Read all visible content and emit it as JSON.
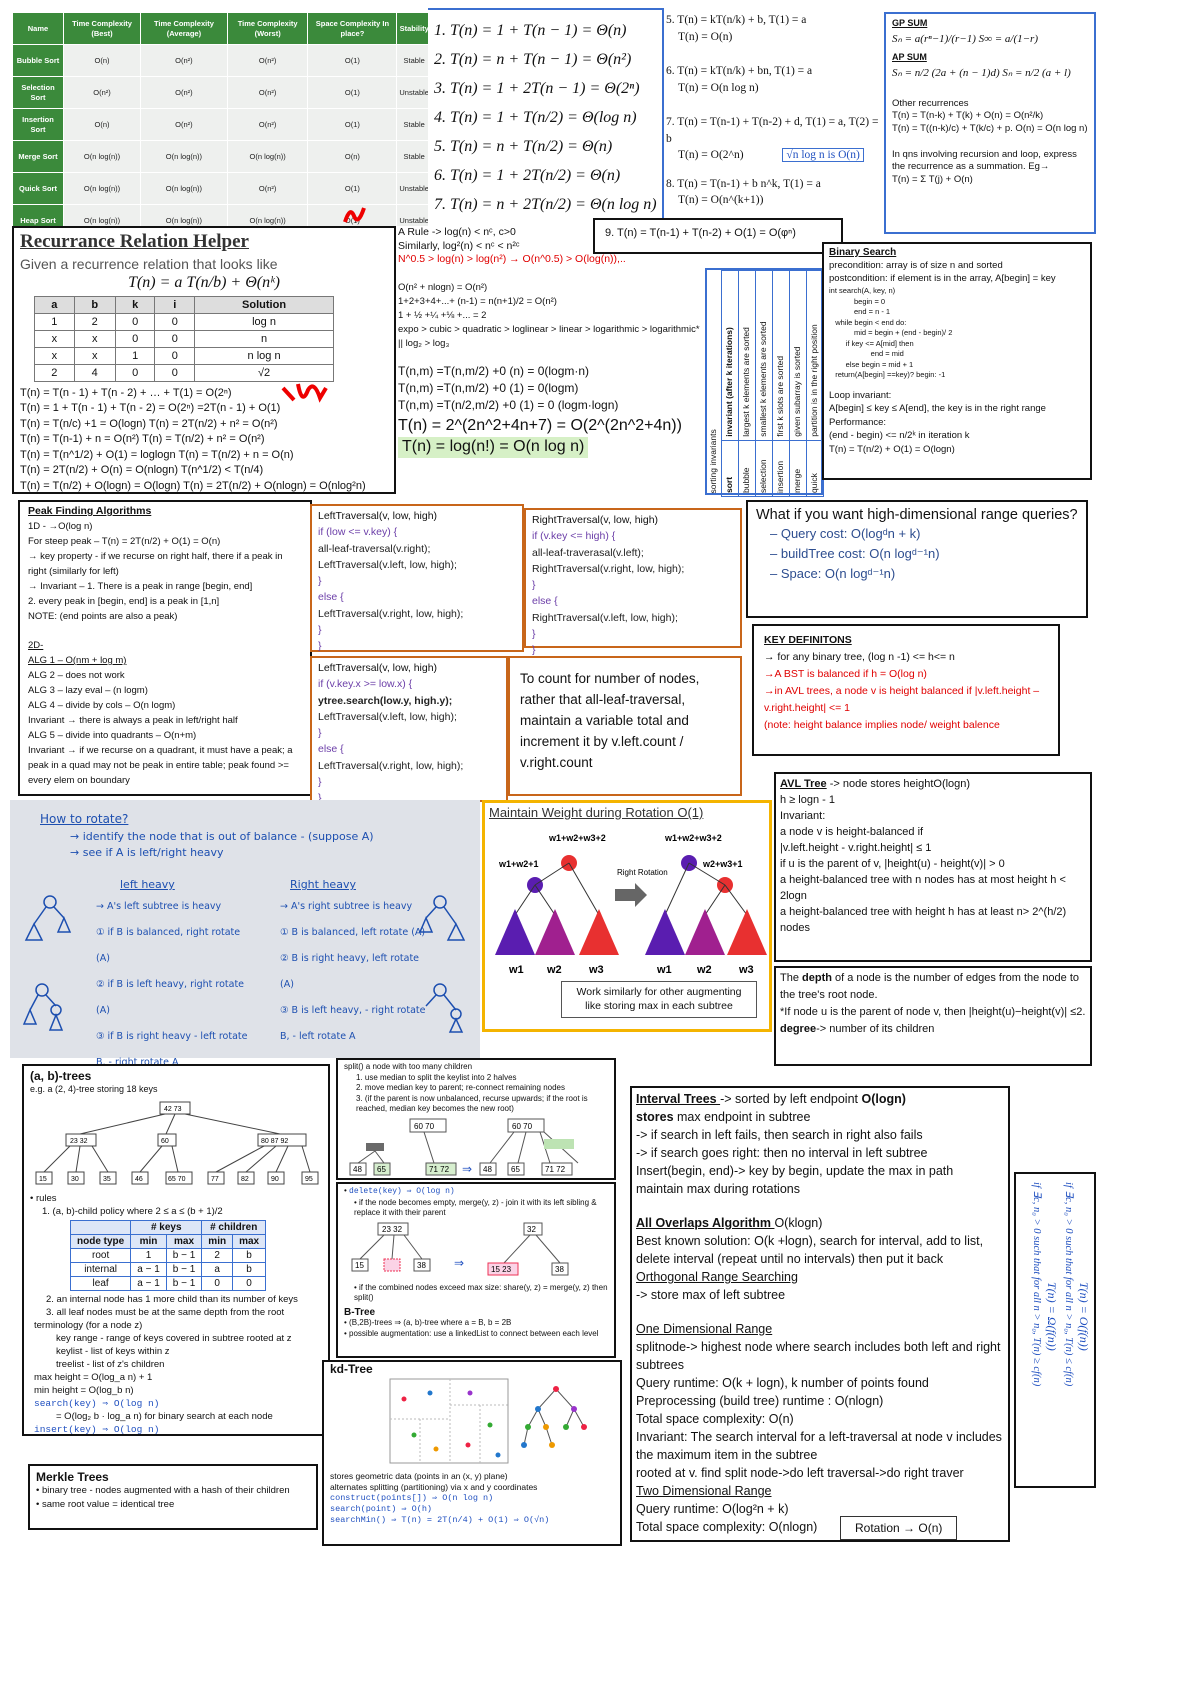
{
  "sorting_table": {
    "headers": [
      "Name",
      "Time Complexity (Best)",
      "Time Complexity (Average)",
      "Time Complexity (Worst)",
      "Space Complexity In place?",
      "Stability"
    ],
    "rows": [
      [
        "Bubble Sort",
        "O(n)",
        "O(n²)",
        "O(n²)",
        "O(1)",
        "Stable"
      ],
      [
        "Selection Sort",
        "O(n²)",
        "O(n²)",
        "O(n²)",
        "O(1)",
        "Unstable"
      ],
      [
        "Insertion Sort",
        "O(n)",
        "O(n²)",
        "O(n²)",
        "O(1)",
        "Stable"
      ],
      [
        "Merge Sort",
        "O(n log(n))",
        "O(n log(n))",
        "O(n log(n))",
        "O(n)",
        "Stable"
      ],
      [
        "Quick Sort",
        "O(n log(n))",
        "O(n log(n))",
        "O(n²)",
        "O(1)",
        "Unstable"
      ],
      [
        "Heap Sort",
        "O(n log(n))",
        "O(n log(n))",
        "O(n log(n))",
        "O(1)",
        "Unstable"
      ]
    ]
  },
  "recurrences": [
    "1.  T(n) = 1 + T(n − 1) = Θ(n)",
    "2.  T(n) = n + T(n − 1) = Θ(n²)",
    "3.  T(n) = 1 + 2T(n − 1) = Θ(2ⁿ)",
    "4.  T(n) = 1 + T(n/2) = Θ(log n)",
    "5.  T(n) = n + T(n/2) = Θ(n)",
    "6.  T(n) = 1 + 2T(n/2) = Θ(n)",
    "7.  T(n) = n + 2T(n/2) = Θ(n log n)"
  ],
  "more_recurrences": [
    "5. T(n) = kT(n/k) + b, T(1) = a",
    "T(n) = O(n)",
    "6. T(n) = kT(n/k) + bn, T(1) = a",
    "T(n) = O(n log n)",
    "7. T(n) = T(n-1) + T(n-2) + d, T(1) = a, T(2) = b",
    "T(n) = O(2^n)",
    "√n log n is O(n)",
    "8. T(n) = T(n-1) + b n^k, T(1) = a",
    "T(n) = O(n^(k+1))"
  ],
  "gp_sum": {
    "gp_title": "GP SUM",
    "gp_formula": "Sₙ = a(rⁿ−1)/(r−1)     S∞ = a/(1−r)",
    "ap_title": "AP SUM",
    "ap_formula": "Sₙ = n/2 (2a + (n − 1)d)   Sₙ = n/2 (a + l)",
    "other_title": "Other recurrences",
    "other_lines": [
      "T(n) = T(n-k) + T(k) + O(n) = O(n²/k)",
      "T(n) = T((n-k)/c) + T(k/c) + p. O(n) = O(n log n)"
    ],
    "note": "In qns involving recursion and loop, express the recurrence as a summation. Eg→",
    "note2": "T(n) = Σ T(j) + O(n)"
  },
  "helper": {
    "title": "Recurrance Relation Helper",
    "subtitle": "Given a recurrence relation that looks like",
    "formula": "T(n) = a T(n/b) + Θ(nᵏ)",
    "headers": [
      "a",
      "b",
      "k",
      "i",
      "Solution"
    ],
    "rows": [
      [
        "1",
        "2",
        "0",
        "0",
        "log n"
      ],
      [
        "x",
        "x",
        "0",
        "0",
        "n"
      ],
      [
        "x",
        "x",
        "1",
        "0",
        "n log n"
      ],
      [
        "2",
        "4",
        "0",
        "0",
        "√2"
      ]
    ],
    "lines": [
      "T(n) = T(n - 1) + T(n - 2) + … + T(1) = O(2ⁿ)",
      "T(n) = 1 + T(n - 1) + T(n - 2) = O(2ⁿ) =2T(n - 1) + O(1)",
      "T(n) = T(n/c) +1 = O(logn)          T(n) = 2T(n/2) + n² = O(n²)",
      "T(n) = T(n-1) + n = O(n²)          T(n) = T(n/2) + n² = O(n²)",
      "T(n) = T(n^1/2) + O(1) = loglogn T(n) = T(n/2) + n = O(n)",
      "T(n) = 2T(n/2) + O(n) = O(nlogn) T(n^1/2) < T(n/4)",
      "T(n) = T(n/2) + O(logn) = O(logn) T(n) = 2T(n/2) + O(nlogn) = O(nlog²n)"
    ]
  },
  "a_rule": {
    "lines": [
      "A Rule -> log(n) < nᶜ, c>0",
      "Similarly, log²(n) < nᶜ < n²ᶜ"
    ],
    "red_line": "N^0.5 > log(n) > log(n²)  → O(n^0.5) > O(log(n)),..",
    "lines2": [
      "O(n² + nlogn) = O(n²)",
      "1+2+3+4+...+ (n-1) = n(n+1)/2 = O(n²)",
      "1 + ½ +¼ +⅛ +... = 2",
      "expo > cubic > quadratic > loglinear > linear > logarithmic > logarithmic* || log₂ > log₃"
    ],
    "lines3": [
      "T(n,m) =T(n,m/2) +0 (n) = 0(logm·n)",
      "T(n,m) =T(n,m/2) +0 (1) = 0(logm)",
      "T(n,m) =T(n/2,m/2) +0 (1) = 0 (logm·logn)"
    ],
    "big1": "T(n) = 2^(2n^2+4n+7) = O(2^(2n^2+4n))",
    "big2": "T(n) = log(n!) = O(n log n)"
  },
  "recurrence9": "9. T(n) = T(n-1) + T(n-2) + O(1) = O(φⁿ)",
  "invariants": {
    "header": [
      "sort",
      "invariant (after k iterations)"
    ],
    "rows": [
      [
        "bubble",
        "largest k elements are sorted"
      ],
      [
        "selection",
        "smallest k elements are sorted"
      ],
      [
        "insertion",
        "first k slots are sorted"
      ],
      [
        "merge",
        "given subarray is sorted"
      ],
      [
        "quick",
        "partition is in the right position"
      ]
    ],
    "title": "sorting invariants"
  },
  "binary_search": {
    "title": "Binary Search",
    "lines": [
      "precondition: array is of size n and sorted",
      "postcondition: if element is in the array, A[begin] = key"
    ],
    "code": [
      "int search(A, key, n)",
      "            begin = 0",
      "            end = n - 1",
      "   while begin < end do:",
      "            mid = begin + (end - begin)/ 2",
      "        if key <= A[mid] then",
      "                    end = mid",
      "        else begin = mid + 1",
      "   return(A[begin] ==key)? begin: -1"
    ],
    "lines2": [
      "Loop invariant:",
      "A[begin] ≤ key ≤ A[end], the key is in the right range",
      "Performance:",
      "(end - begin) <= n/2ᵏ in iteration k",
      "T(n) = T(n/2) + O(1) = O(logn)"
    ]
  },
  "peak": {
    "title": "Peak Finding Algorithms",
    "lines": [
      "1D - →O(log n)",
      "For steep peak – T(n) = 2T(n/2) + O(1) = O(n)",
      "→ key property - if we recurse on right half, there if a peak in right (similarly for left)",
      "→ Invariant – 1. There is a peak in range [begin, end]",
      "2. every peak in [begin, end] is a peak in [1,n]",
      "NOTE: (end points are also a peak)"
    ],
    "lines2": [
      "2D-",
      "ALG 1 – O(nm + log m)",
      "ALG 2 – does not work",
      "ALG 3 – lazy eval – (n logm)",
      "ALG 4 – divide by cols – O(n logm)",
      "      Invariant → there is always a peak in left/right half",
      "ALG 5 – divide into quadrants – O(n+m)",
      "      Invariant → if we recurse on a quadrant, it must have a peak; a peak in a quad may not be peak in entire table; peak found >= every elem on boundary"
    ]
  },
  "code_left": [
    "LeftTraversal(v, low, high)",
    "  if (low <= v.key) {",
    "      all-leaf-traversal(v.right);",
    "      LeftTraversal(v.left, low, high);",
    "  }",
    "  else {",
    "      LeftTraversal(v.right, low, high);",
    "  }",
    "}"
  ],
  "code_right": [
    "RightTraversal(v, low, high)",
    "  if (v.key <= high) {",
    "      all-leaf-traverasal(v.left);",
    "      RightTraversal(v.right, low, high);",
    "  }",
    "  else {",
    "      RightTraversal(v.left, low, high);",
    "  }",
    "}"
  ],
  "code_left2": [
    "LeftTraversal(v, low, high)",
    "  if (v.key.x >= low.x) {",
    "      ytree.search(low.y, high.y);",
    "      LeftTraversal(v.left, low, high);",
    "  }",
    "  else {",
    "      LeftTraversal(v.right, low, high);",
    "  }",
    "}"
  ],
  "count_note": "To count for number of nodes, rather that all-leaf-traversal, maintain a variable total and increment it by v.left.count / v.right.count",
  "range": {
    "title": "What if you want high-dimensional range queries?",
    "items": [
      "Query cost: O(logᵈn + k)",
      "buildTree cost: O(n logᵈ⁻¹n)",
      "Space: O(n logᵈ⁻¹n)"
    ]
  },
  "key_defs": {
    "title": "KEY DEFINITONS",
    "l1": "→ for any binary tree, (log n -1) <= h<= n",
    "l2": "→A BST is balanced if h = O(log n)",
    "l3": "→in AVL trees, a node v is height balanced if |v.left.height – v.right.height| <= 1",
    "l4": "(note: height balance implies node/ weight balence"
  },
  "rotate_notes": {
    "title": "How to rotate?",
    "lines": [
      "→ identify the node that is out of balance - (suppose A)",
      "→ see if A is left/right heavy"
    ],
    "left_title": "left heavy",
    "right_title": "Right heavy",
    "left": [
      "→ A's left subtree is heavy",
      "① if B is balanced, right rotate (A)",
      "② if B is left heavy, right rotate (A)",
      "③ if B is right heavy - left rotate B, - right rotate A"
    ],
    "right": [
      "→ A's right subtree is heavy",
      "① B is balanced, left rotate (A)",
      "② B is right heavy, left rotate (A)",
      "③ B is left heavy, - right rotate B, - left rotate A"
    ]
  },
  "weight": {
    "title": "Maintain Weight during Rotation O(1)",
    "root": "w1+w2+w3+2",
    "inner": "w1+w2+1",
    "inner2": "w2+w3+1",
    "arrow": "Right Rotation",
    "leaves": [
      "w1",
      "w2",
      "w3"
    ],
    "note": "Work similarly for other augmenting like storing max in each subtree"
  },
  "avl": {
    "title": "AVL Tree",
    "title_rest": "-> node stores heightO(logn)",
    "lines": [
      "h ≥ logn - 1",
      "Invariant:",
      "a node v is height-balanced if",
      "|v.left.height - v.right.height| ≤ 1",
      "if u is the parent of v, |height(u) - height(v)| > 0",
      "a height-balanced tree with n nodes has at most height h < 2logn",
      "a height-balanced tree with height h has at least n> 2^(h/2) nodes"
    ]
  },
  "depth": {
    "l1a": "The ",
    "l1b": "depth",
    "l1c": " of a node is the number of edges from the node to the tree's root node.",
    "l2": "*If node u is the parent of node v, then |height(u)−height(v)| ≤2.",
    "l3a": "degree",
    "l3b": "-> number of its children"
  },
  "ab_trees": {
    "title": "(a, b)-trees",
    "example": "e.g. a (2, 4)-tree storing 18 keys",
    "rules": "rules",
    "rule1": "1. (a, b)-child policy where 2 ≤ a ≤ (b + 1)/2",
    "t_head": [
      "node type",
      "min",
      "max",
      "min",
      "max"
    ],
    "t_group": [
      "# keys",
      "# children"
    ],
    "t_rows": [
      [
        "root",
        "1",
        "b − 1",
        "2",
        "b"
      ],
      [
        "internal",
        "a − 1",
        "b − 1",
        "a",
        "b"
      ],
      [
        "leaf",
        "a − 1",
        "b − 1",
        "0",
        "0"
      ]
    ],
    "lines": [
      "2. an internal node has 1 more child than its number of keys",
      "3. all leaf nodes must be at the same depth from the root",
      "terminology (for a node z)",
      "key range - range of keys covered in subtree rooted at z",
      "keylist - list of keys within z",
      "treelist - list of z's children",
      "max height = O(log_a n) + 1",
      "min height = O(log_b n)",
      "search(key) ⇒ O(log n)",
      "= O(log₂ b · log_a n) for binary search at each node",
      "insert(key) ⇒ O(log n)"
    ],
    "keys": [
      "42 73",
      "23 32",
      "60",
      "80 87 92",
      "15",
      "30",
      "35",
      "46",
      "65 70",
      "77",
      "82",
      "90",
      "95"
    ]
  },
  "split": {
    "lines": [
      "split() a node with too many children",
      "1. use median to split the keylist into 2 halves",
      "2. move median key to parent; re-connect remaining nodes",
      "3. (if the parent is now unbalanced, recurse upwards; if the root is reached, median key becomes the new root)"
    ],
    "keys": [
      "60 70",
      "48",
      "65",
      "71 72",
      "60 70",
      "48",
      "65",
      "71 72"
    ]
  },
  "delete": {
    "lines": [
      "delete(key) ⇒ O(log n)",
      "if the node becomes empty, merge(y, z) - join it with its left sibling & replace it with their parent",
      "if the combined nodes exceed max size: share(y, z) = merge(y, z) then split()"
    ],
    "keys": [
      "23 32",
      "15",
      "38",
      "32",
      "15 23",
      "38"
    ],
    "btree": "B-Tree",
    "btree_lines": [
      "(B,2B)-trees ⇒ (a, b)-tree where a = B, b = 2B",
      "possible augmentation: use a linkedList to connect between each level"
    ]
  },
  "kd": {
    "title": "kd-Tree",
    "lines": [
      "stores geometric data (points in an (x, y) plane)",
      "alternates splitting (partitioning) via x and y coordinates",
      "construct(points[]) ⇒ O(n log n)",
      "search(point) ⇒ O(h)",
      "searchMin() ⇒ T(n) = 2T(n/4) + O(1) ⇒ O(√n)"
    ]
  },
  "merkle": {
    "title": "Merkle Trees",
    "lines": [
      "binary tree - nodes augmented with a hash of their children",
      "same root value = identical tree"
    ]
  },
  "interval": {
    "t1": "Interval Trees ",
    "t1r": "-> sorted by left endpoint ",
    "t1b": "O(logn)",
    "l_stores_b": "stores",
    "l_stores": " max endpoint in subtree",
    "lines": [
      "-> if search in left fails, then search in right also fails",
      "-> if search goes right: then no interval in left subtree",
      "Insert(begin, end)-> key by begin, update the max in path",
      "maintain max during rotations"
    ],
    "overlap_t": "All Overlaps Algorithm ",
    "overlap_r": "O(klogn)",
    "lines2": [
      "Best known solution: O(k +logn), search for interval, add to list, delete interval (repeat until no intervals) then put it back"
    ],
    "orth": "Orthogonal Range Searching",
    "orth_l": "-> store max of left subtree",
    "one": "One Dimensional Range",
    "lines3": [
      "splitnode-> highest node where search includes both left and right subtrees",
      "Query runtime: O(k + logn), k number of points found",
      "Preprocessing (build tree) runtime : O(nlogn)",
      "Total space complexity: O(n)",
      "Invariant: The search interval for a left-traversal at node v includes the maximum item in the subtree",
      "rooted at v. find split node->do left traversal->do right traver"
    ],
    "two": "Two Dimensional Range",
    "lines4": [
      "Query runtime: O(log²n + k)",
      "Total space complexity: O(nlogn)"
    ],
    "rotation": "Rotation → O(n)"
  },
  "bigo": {
    "l1": "T(n) = O(f(n))",
    "l2": "if ∃c, n₀ > 0 such that for all n > n₀, T(n) ≤ cf(n)",
    "l3": "T(n) = Ω(f(n))",
    "l4": "if ∃c, n₀ > 0 such that for all n > n₀, T(n) ≥ cf(n)"
  }
}
